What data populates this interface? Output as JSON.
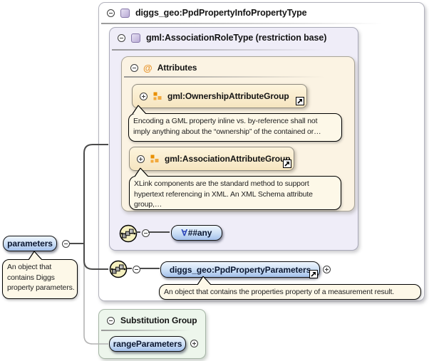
{
  "diagram": {
    "outer_type": {
      "title": "diggs_geo:PpdPropertyInfoPropertyType"
    },
    "restriction": {
      "title": "gml:AssociationRoleType (restriction base)"
    },
    "attributes": {
      "title": "Attributes",
      "groups": [
        {
          "label": "gml:OwnershipAttributeGroup",
          "annotation": "Encoding a GML property inline vs. by-reference shall not\nimply anything about the “ownership” of the contained or…"
        },
        {
          "label": "gml:AssociationAttributeGroup",
          "annotation": "XLink components are the standard method to support\nhypertext referencing in XML. An XML Schema attribute\ngroup,…"
        }
      ]
    },
    "wildcard": {
      "quantifier": "∀",
      "label": "##any"
    },
    "element": {
      "label": "parameters",
      "annotation": "An object that\ncontains Diggs\nproperty parameters."
    },
    "property_element": {
      "label": "diggs_geo:PpdPropertyParameters",
      "annotation": "An object that contains the properties property of a measurement result."
    },
    "substitution_group": {
      "title": "Substitution Group",
      "members": [
        {
          "label": "rangeParameters"
        }
      ]
    },
    "colors": {
      "pill_fill_top": "#eef5fd",
      "pill_fill_bottom": "#a3c0ec",
      "restriction_bg": "#efedf8",
      "attributes_bg": "#fbf3e3",
      "group_bg": "#f9ecce",
      "substitution_bg": "#edf6ec",
      "annotation_bg": "#fdf8e8",
      "sequence_bg": "#f5f0bf",
      "accent_orange": "#e8962e",
      "quantifier_blue": "#2b45b8"
    }
  }
}
